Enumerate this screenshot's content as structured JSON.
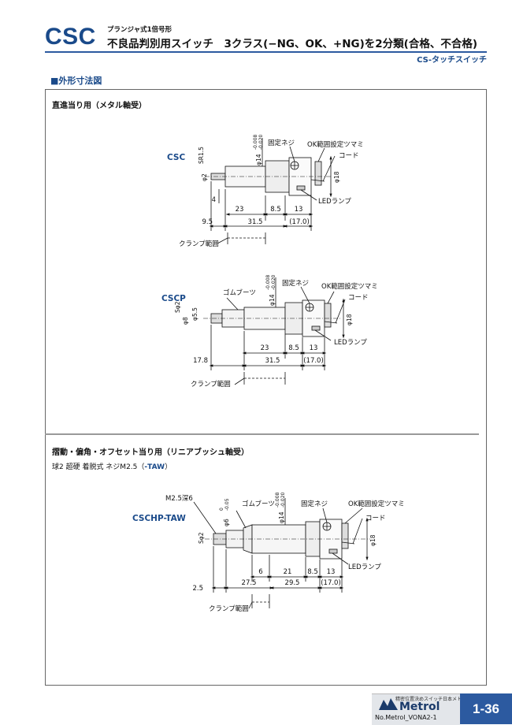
{
  "header": {
    "model": "CSC",
    "subtitle_small": "プランジャ式1倍号形",
    "subtitle_main": "不良品判別用スイッチ　3クラス(−NG、OK、+NG)を2分類(合格、不合格)",
    "category": "CS-タッチスイッチ"
  },
  "section": {
    "title": "■外形寸法図"
  },
  "blocks": {
    "straight_title": "直進当り用（メタル軸受）",
    "slide_title": "摺動・偏角・オフセット当り用（リニアブッシュ軸受）",
    "slide_note_prefix": "球2 超硬 着脱式 ネジM2.5（",
    "slide_note_code": "-TAW",
    "slide_note_suffix": "）"
  },
  "common_labels": {
    "fix_screw": "固定ネジ",
    "ok_knob": "OK範囲設定ツマミ",
    "cord": "コード",
    "led": "LEDランプ",
    "clamp": "クランプ範囲",
    "rubber_boot": "ゴムブーツ",
    "tol_upper": "-0.008",
    "tol_lower": "-0.020",
    "tol_upper2": "0",
    "tol_lower2": "-0.05"
  },
  "drawings": [
    {
      "model": "CSC",
      "diameter_main": "φ14",
      "diameter_body": "φ18",
      "tip_labels": [
        "SR1.5",
        "φ2"
      ],
      "left_dim": "4",
      "dims_upper": [
        "23",
        "8.5",
        "13"
      ],
      "dims_lower": [
        "9.5",
        "31.5",
        "(17.0)"
      ]
    },
    {
      "model": "CSCP",
      "diameter_main": "φ14",
      "diameter_body": "φ18",
      "tip_labels": [
        "Sφ2",
        "φ5.5",
        "φ8"
      ],
      "dims_upper": [
        "23",
        "8.5",
        "13"
      ],
      "dims_lower": [
        "17.8",
        "31.5",
        "(17.0)"
      ]
    },
    {
      "model": "CSCHP-TAW",
      "diameter_main": "φ14",
      "diameter_small": "φ6",
      "diameter_body": "φ18",
      "tip_labels": [
        "M2.5深6",
        "Sφ2"
      ],
      "dims_upper": [
        "6",
        "21",
        "8.5",
        "13"
      ],
      "dims_lower": [
        "2.5",
        "27.5",
        "29.5",
        "(17.0)"
      ]
    }
  ],
  "footer": {
    "logo_tagline": "精密位置決めスイッチ日本メトロール",
    "logo_text": "Metrol",
    "doc_no": "No.Metrol_VONA2-1",
    "page": "1-36"
  }
}
